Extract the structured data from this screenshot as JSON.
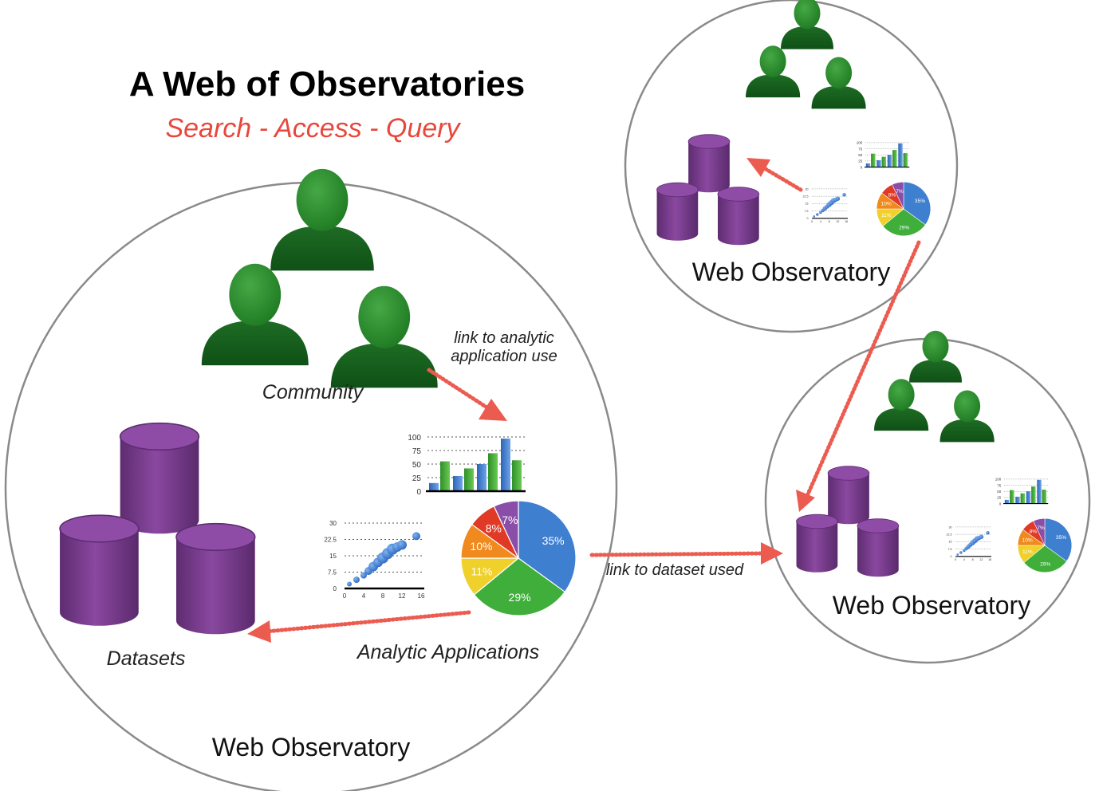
{
  "header": {
    "title": "A Web of Observatories",
    "subtitle": "Search - Access - Query"
  },
  "labels": {
    "community": "Community",
    "datasets": "Datasets",
    "analytic_applications": "Analytic Applications",
    "link_analytic_line1": "link to analytic",
    "link_analytic_line2": "application use",
    "link_dataset": "link to dataset used"
  },
  "observatories": [
    {
      "label": "Web Observatory"
    },
    {
      "label": "Web Observatory"
    },
    {
      "label": "Web Observatory"
    }
  ],
  "colors": {
    "title": "#000000",
    "subtitle": "#e8473b",
    "arrow": "#ec5b50",
    "cylinder": "#7a3a8c",
    "person": "#2e8b2e",
    "circle": "#888888"
  },
  "bar_chart": {
    "ticks": [
      "100",
      "75",
      "50",
      "25",
      "0"
    ],
    "ymax": 100,
    "groups": [
      {
        "blue": 15,
        "green": 55
      },
      {
        "blue": 28,
        "green": 42
      },
      {
        "blue": 50,
        "green": 70
      },
      {
        "blue": 97,
        "green": 57
      }
    ]
  },
  "scatter_chart": {
    "yticks": [
      "30",
      "22.5",
      "15",
      "7.5",
      "0"
    ],
    "xticks": [
      "0",
      "4",
      "8",
      "12",
      "16"
    ],
    "xmax": 16,
    "ymax": 30,
    "points": [
      {
        "x": 1,
        "y": 2,
        "r": 3
      },
      {
        "x": 2.5,
        "y": 4,
        "r": 4
      },
      {
        "x": 4,
        "y": 6,
        "r": 4
      },
      {
        "x": 5,
        "y": 8,
        "r": 5
      },
      {
        "x": 6,
        "y": 10,
        "r": 6
      },
      {
        "x": 7,
        "y": 12,
        "r": 6
      },
      {
        "x": 8,
        "y": 14,
        "r": 7
      },
      {
        "x": 9,
        "y": 16,
        "r": 7
      },
      {
        "x": 10,
        "y": 18,
        "r": 7
      },
      {
        "x": 11,
        "y": 19,
        "r": 6
      },
      {
        "x": 12,
        "y": 20,
        "r": 6
      },
      {
        "x": 15,
        "y": 24,
        "r": 5
      }
    ]
  },
  "pie_chart": {
    "slices": [
      {
        "label": "35%",
        "value": 35,
        "color": "#3f7fd0"
      },
      {
        "label": "29%",
        "value": 29,
        "color": "#3fae3a"
      },
      {
        "label": "11%",
        "value": 11,
        "color": "#f0d02a"
      },
      {
        "label": "10%",
        "value": 10,
        "color": "#f08a1e"
      },
      {
        "label": "8%",
        "value": 8,
        "color": "#e03a26"
      },
      {
        "label": "7%",
        "value": 7,
        "color": "#8a4ea8"
      }
    ]
  }
}
